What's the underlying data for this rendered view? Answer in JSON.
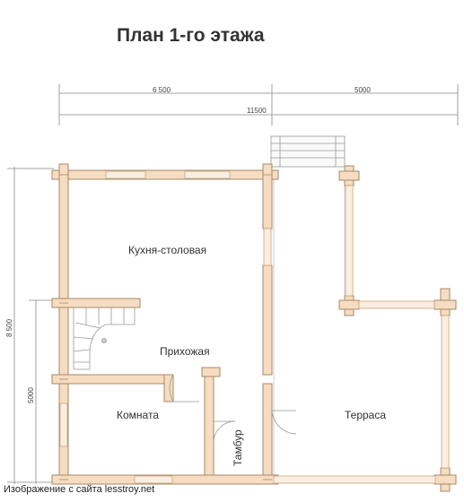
{
  "title": "План 1-го этажа",
  "dimensions": {
    "top_left": "6 500",
    "top_right": "5000",
    "total": "11500",
    "left_overall": "8 500",
    "left_lower": "5000"
  },
  "rooms": {
    "kitchen": "Кухня-столовая",
    "hall": "Прихожая",
    "room": "Комната",
    "terrace": "Терраса",
    "vestibule": "Тамбур"
  },
  "credit": "Изображение с сайта lesstroy.net",
  "colors": {
    "log": "#f6dcc0",
    "log_stroke": "#a6896a",
    "window": "#e8c8a8",
    "line": "#888888"
  }
}
